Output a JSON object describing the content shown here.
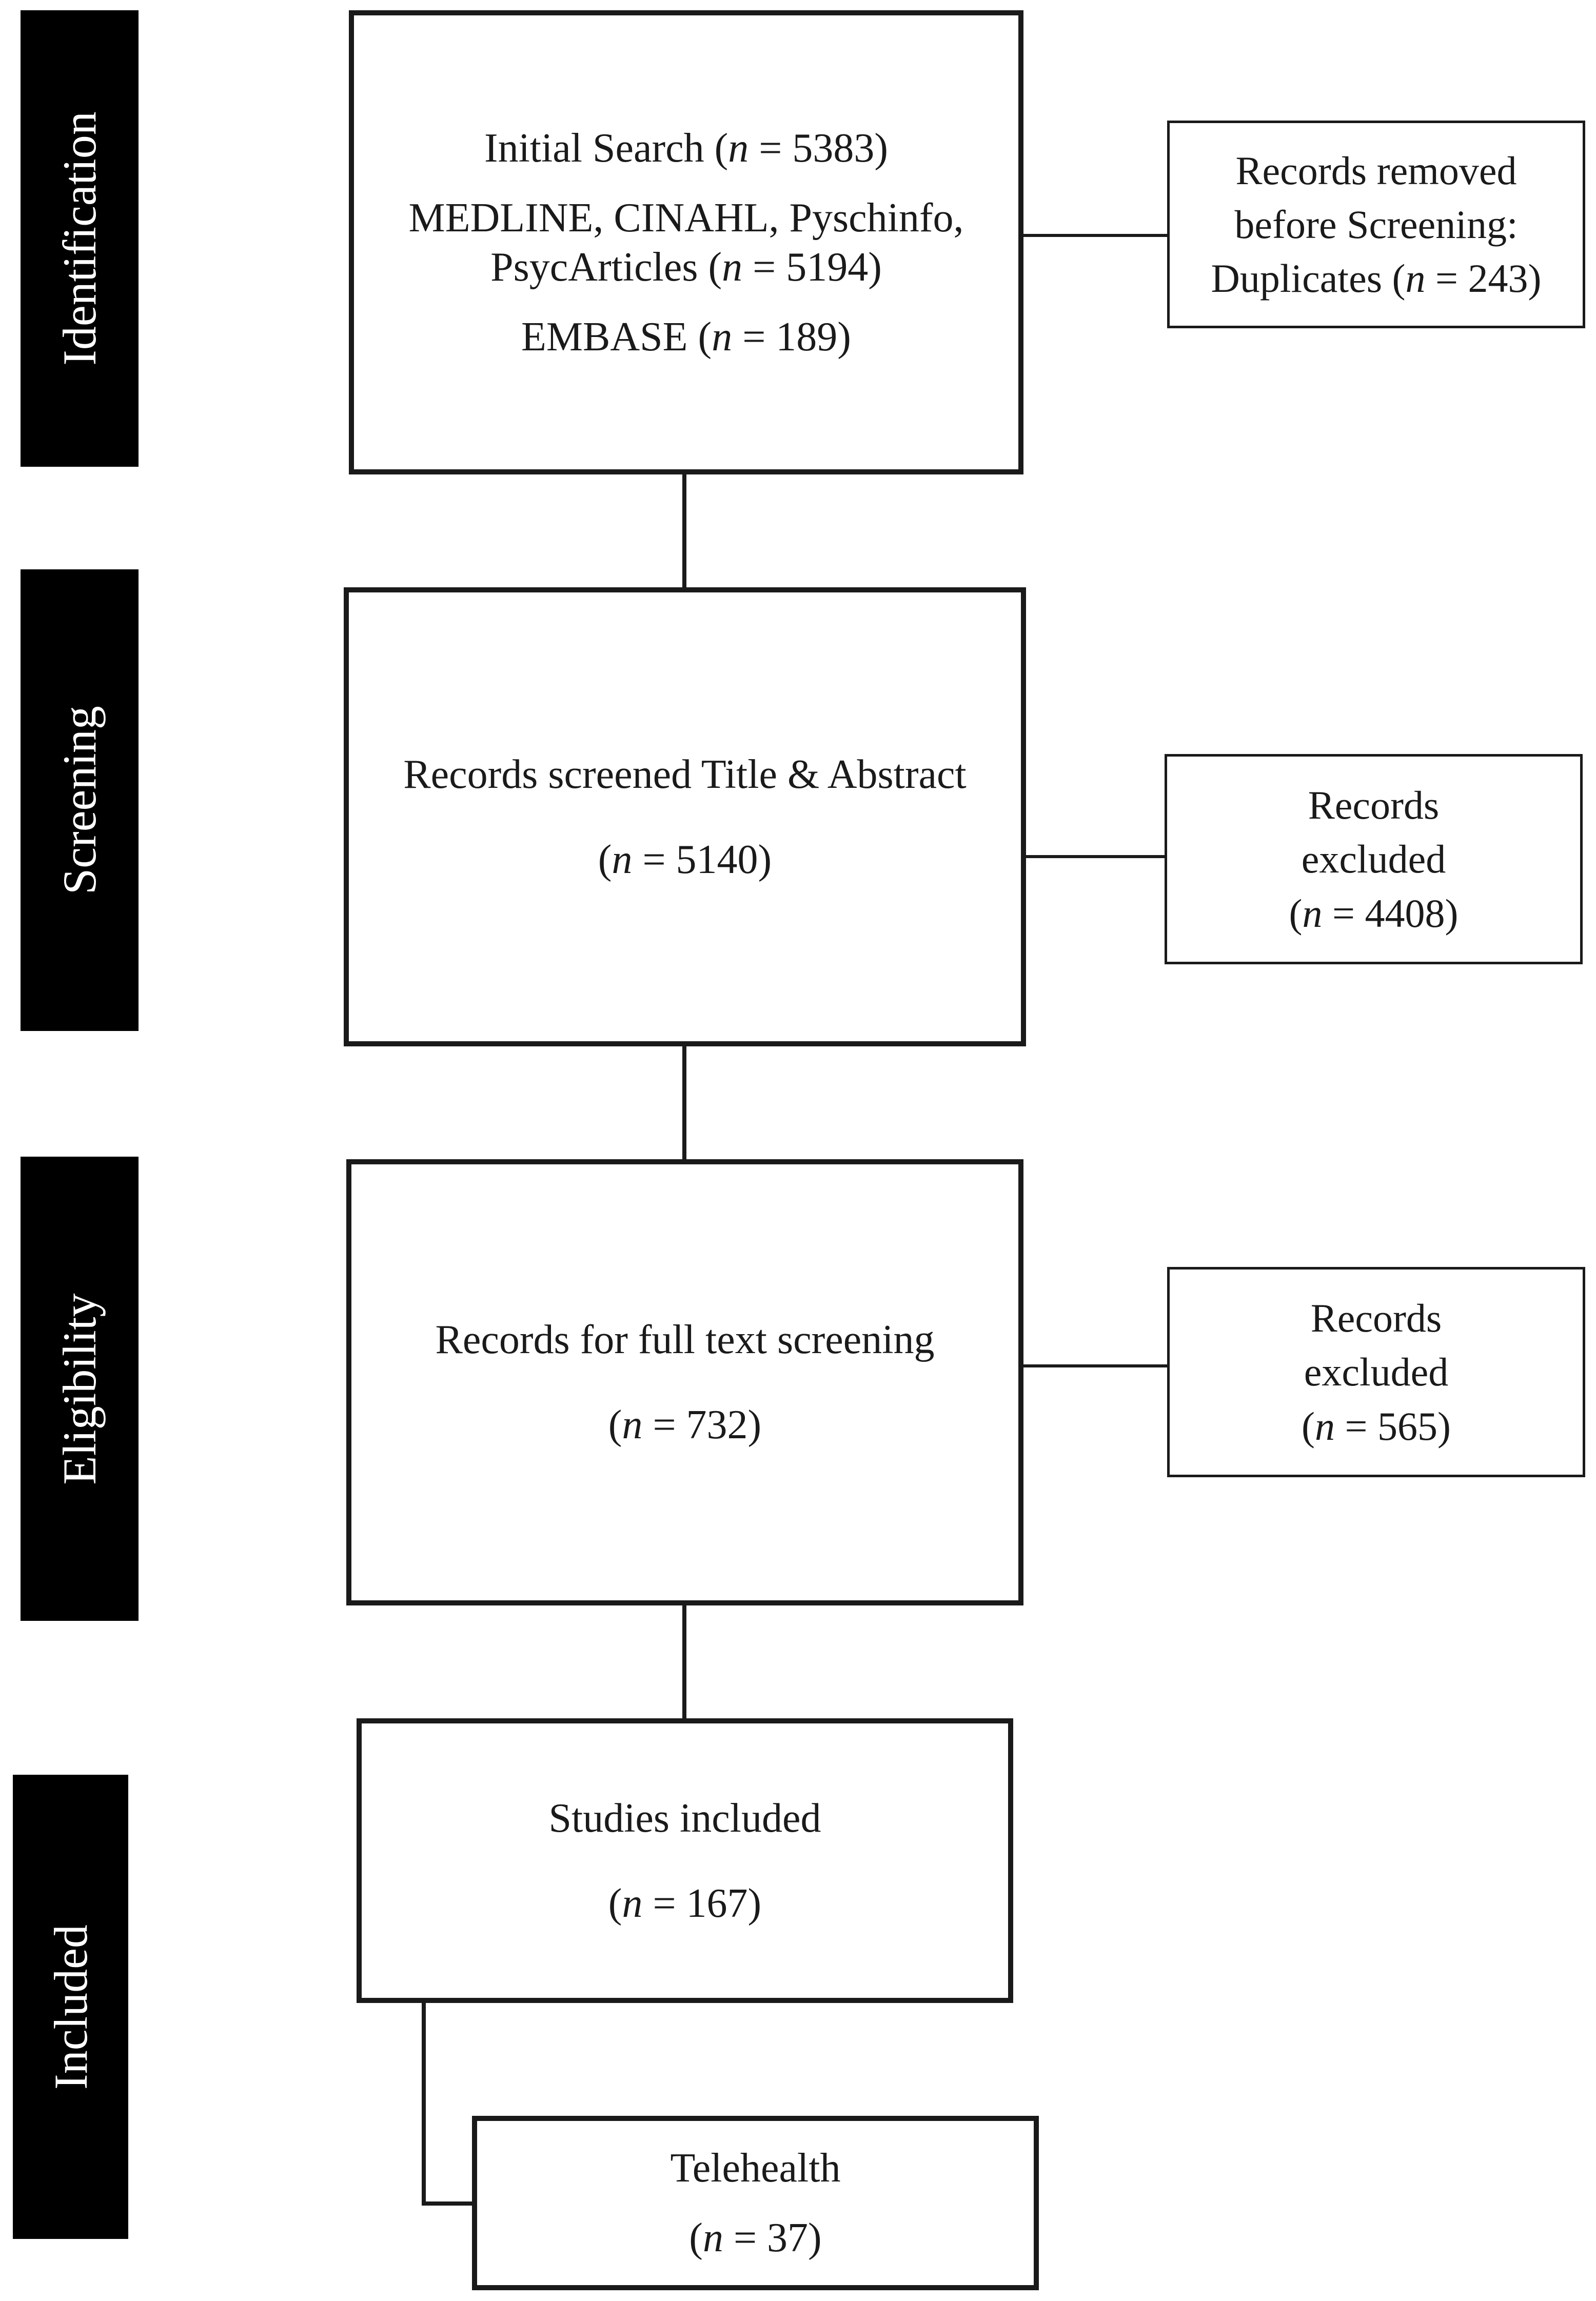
{
  "stages": {
    "identification": "Identification",
    "screening": "Screening",
    "eligibility": "Eligibility",
    "included": "Included"
  },
  "n_symbol": "n",
  "identification": {
    "title_prefix": "Initial Search (",
    "title_eq": " = 5383)",
    "db1_line1": "MEDLINE, CINAHL, Pyschinfo,",
    "db1_line2_prefix": "PsycArticles (",
    "db1_line2_eq": " = 5194)",
    "db2_prefix": "EMBASE (",
    "db2_eq": " = 189)"
  },
  "removed": {
    "line1": "Records removed",
    "line2": "before Screening:",
    "line3_prefix": "Duplicates (",
    "line3_eq": " = 243)"
  },
  "screening": {
    "title": "Records screened Title & Abstract",
    "count_prefix": "(",
    "count_eq": " = 5140)"
  },
  "excluded_screening": {
    "line1": "Records",
    "line2": "excluded",
    "count_prefix": "(",
    "count_eq": " = 4408)"
  },
  "eligibility": {
    "title": "Records for full text screening",
    "count_prefix": "(",
    "count_eq": " = 732)"
  },
  "excluded_eligibility": {
    "line1": "Records",
    "line2": "excluded",
    "count_prefix": "(",
    "count_eq": " = 565)"
  },
  "included": {
    "title": "Studies included",
    "count_prefix": "(",
    "count_eq": " = 167)"
  },
  "telehealth": {
    "title": "Telehealth",
    "count_prefix": "(",
    "count_eq": " = 37)"
  }
}
